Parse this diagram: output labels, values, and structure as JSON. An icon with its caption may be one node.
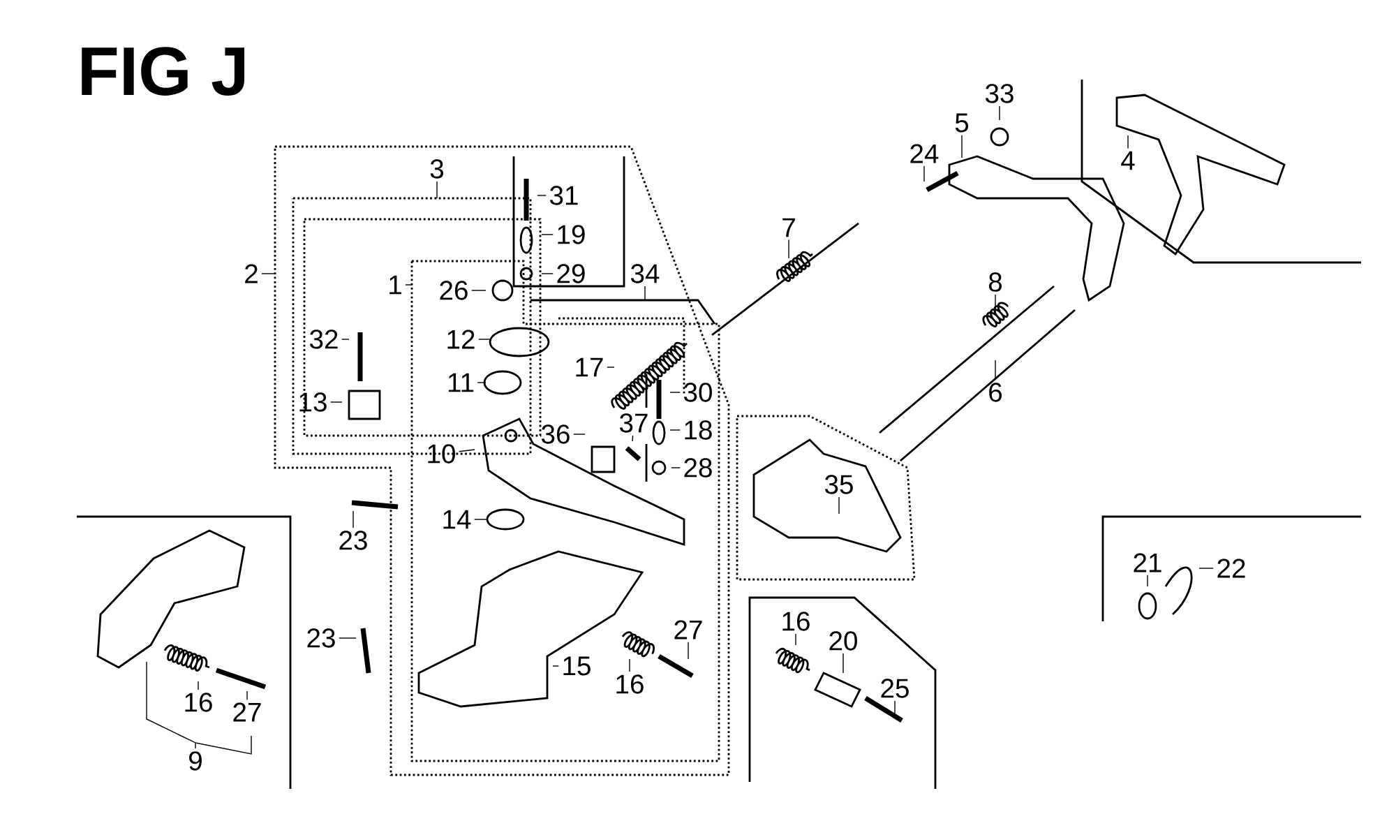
{
  "diagram": {
    "title": "FIG J",
    "nodes": [
      {
        "text": [
          "33"
        ]
      },
      {
        "text": [
          "5"
        ]
      },
      {
        "text": [
          "4"
        ]
      },
      {
        "text": [
          "24"
        ]
      },
      {
        "text": [
          "3"
        ]
      },
      {
        "text": [
          "31"
        ]
      },
      {
        "text": [
          "7"
        ]
      },
      {
        "text": [
          "19"
        ]
      },
      {
        "text": [
          "2"
        ]
      },
      {
        "text": [
          "29"
        ]
      },
      {
        "text": [
          "34"
        ]
      },
      {
        "text": [
          "1"
        ]
      },
      {
        "text": [
          "8"
        ]
      },
      {
        "text": [
          "26"
        ]
      },
      {
        "text": [
          "32"
        ]
      },
      {
        "text": [
          "12"
        ]
      },
      {
        "text": [
          "17"
        ]
      },
      {
        "text": [
          "11"
        ]
      },
      {
        "text": [
          "6"
        ]
      },
      {
        "text": [
          "30"
        ]
      },
      {
        "text": [
          "13"
        ]
      },
      {
        "text": [
          "37"
        ]
      },
      {
        "text": [
          "18"
        ]
      },
      {
        "text": [
          "36"
        ]
      },
      {
        "text": [
          "10"
        ]
      },
      {
        "text": [
          "28"
        ]
      },
      {
        "text": [
          "35"
        ]
      },
      {
        "text": [
          "14"
        ]
      },
      {
        "text": [
          "23"
        ]
      },
      {
        "text": [
          "21"
        ]
      },
      {
        "text": [
          "22"
        ]
      },
      {
        "text": [
          "16"
        ]
      },
      {
        "text": [
          "27"
        ]
      },
      {
        "text": [
          "23"
        ]
      },
      {
        "text": [
          "20"
        ]
      },
      {
        "text": [
          "15"
        ]
      },
      {
        "text": [
          "16"
        ]
      },
      {
        "text": [
          "25"
        ]
      },
      {
        "text": [
          "16"
        ]
      },
      {
        "text": [
          "27"
        ]
      },
      {
        "text": [
          "9"
        ]
      }
    ],
    "edges": [
      {
        "from": 0,
        "to": null,
        "arrow": "none"
      },
      {
        "from": 1,
        "to": null,
        "arrow": "none"
      },
      {
        "from": 2,
        "to": null,
        "arrow": "none"
      },
      {
        "from": 3,
        "to": null,
        "arrow": "none"
      },
      {
        "from": 4,
        "to": null,
        "arrow": "none"
      },
      {
        "from": 5,
        "to": null,
        "arrow": "none"
      },
      {
        "from": 6,
        "to": null,
        "arrow": "none"
      },
      {
        "from": 7,
        "to": null,
        "arrow": "none"
      },
      {
        "from": 8,
        "to": null,
        "arrow": "none"
      },
      {
        "from": 9,
        "to": null,
        "arrow": "none"
      },
      {
        "from": 10,
        "to": null,
        "arrow": "none"
      },
      {
        "from": 11,
        "to": null,
        "arrow": "none"
      },
      {
        "from": 12,
        "to": null,
        "arrow": "none"
      },
      {
        "from": 13,
        "to": null,
        "arrow": "none"
      },
      {
        "from": 14,
        "to": null,
        "arrow": "none"
      },
      {
        "from": 15,
        "to": null,
        "arrow": "none"
      },
      {
        "from": 16,
        "to": null,
        "arrow": "none"
      },
      {
        "from": 17,
        "to": null,
        "arrow": "none"
      },
      {
        "from": 18,
        "to": null,
        "arrow": "none"
      },
      {
        "from": 19,
        "to": null,
        "arrow": "none"
      },
      {
        "from": 20,
        "to": null,
        "arrow": "none"
      },
      {
        "from": 21,
        "to": null,
        "arrow": "none"
      },
      {
        "from": 22,
        "to": null,
        "arrow": "none"
      },
      {
        "from": 23,
        "to": null,
        "arrow": "none"
      },
      {
        "from": 24,
        "to": null,
        "arrow": "none"
      },
      {
        "from": 25,
        "to": null,
        "arrow": "none"
      },
      {
        "from": 26,
        "to": null,
        "arrow": "none"
      },
      {
        "from": 27,
        "to": null,
        "arrow": "none"
      },
      {
        "from": 28,
        "to": null,
        "arrow": "none"
      },
      {
        "from": 29,
        "to": null,
        "arrow": "none"
      },
      {
        "from": 30,
        "to": null,
        "arrow": "none"
      },
      {
        "from": 31,
        "to": null,
        "arrow": "none"
      },
      {
        "from": 32,
        "to": null,
        "arrow": "none"
      },
      {
        "from": 33,
        "to": null,
        "arrow": "none"
      },
      {
        "from": 34,
        "to": null,
        "arrow": "none"
      },
      {
        "from": 35,
        "to": null,
        "arrow": "none"
      },
      {
        "from": 36,
        "to": null,
        "arrow": "none"
      },
      {
        "from": 37,
        "to": null,
        "arrow": "none"
      },
      {
        "from": 38,
        "to": null,
        "arrow": "none"
      },
      {
        "from": 39,
        "to": null,
        "arrow": "none"
      },
      {
        "from": 40,
        "to": null,
        "arrow": "none"
      }
    ]
  }
}
